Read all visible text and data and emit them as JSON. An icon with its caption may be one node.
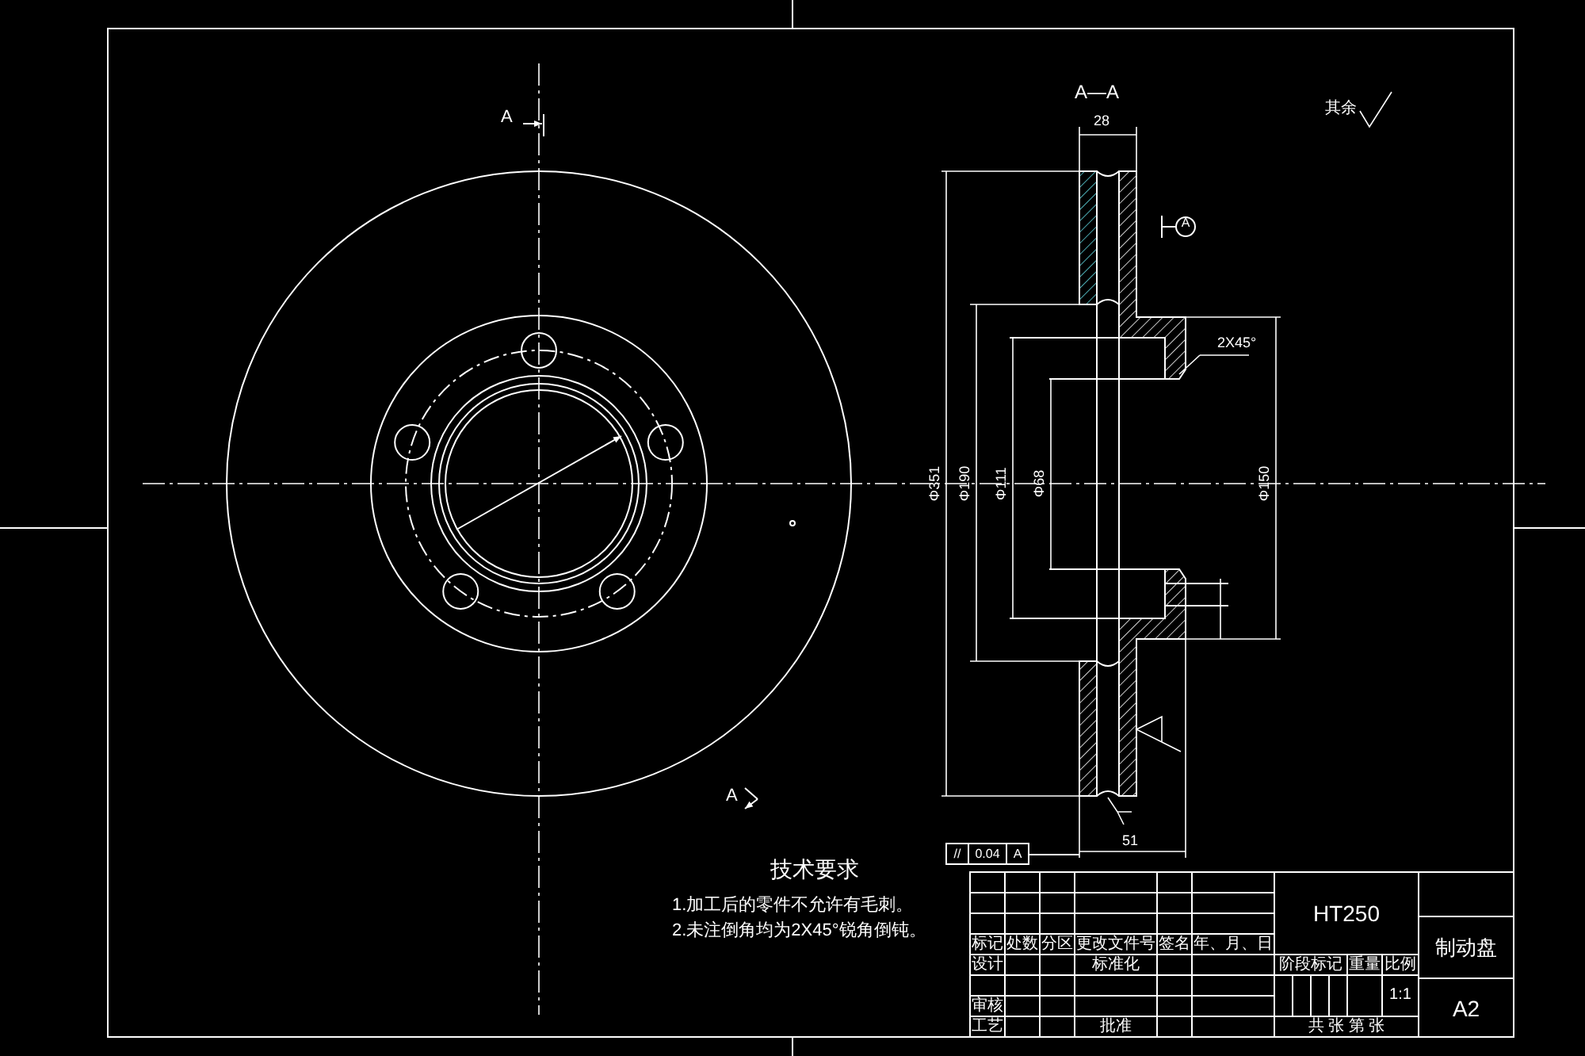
{
  "diagram": {
    "labels": [
      "A",
      "A—A",
      "其余",
      "28",
      "A",
      "2X45°",
      "Φ351",
      "Φ190",
      "Φ111",
      "Φ68",
      "Φ150",
      "A",
      "技术要求",
      "1.加工后的零件不允许有毛刺。",
      "2.未注倒角均为2X45°锐角倒钝。",
      "//",
      "0.04",
      "A",
      "51",
      "HT250",
      "标记",
      "处数",
      "分区",
      "更改文件号",
      "签名",
      "年、月、日",
      "阶段标记",
      "重量",
      "比例",
      "制动盘",
      "设计",
      "标准化",
      "1:1",
      "审核",
      "工艺",
      "批准",
      "共 张 第 张",
      "A2"
    ]
  }
}
